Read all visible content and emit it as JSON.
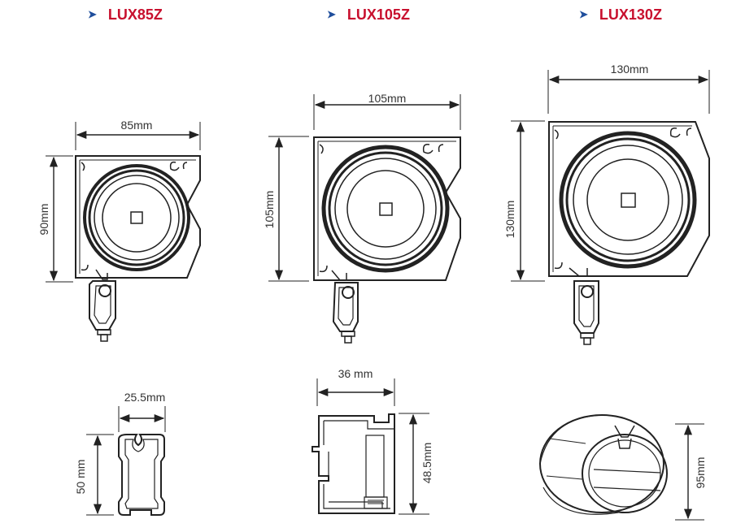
{
  "titles": [
    "LUX85Z",
    "LUX105Z",
    "LUX130Z"
  ],
  "arrow_glyph": "➤",
  "dimensions": {
    "lux85_width": "85mm",
    "lux85_height": "90mm",
    "lux105_width": "105mm",
    "lux105_height": "105mm",
    "lux130_width": "130mm",
    "lux130_height": "130mm",
    "bar_width": "25.5mm",
    "bar_height": "50 mm",
    "guide_width": "36 mm",
    "guide_height": "48.5mm",
    "adapter_height": "95mm"
  },
  "colors": {
    "title": "#c8102e",
    "arrow": "#1f4e9c",
    "line": "#222222"
  }
}
